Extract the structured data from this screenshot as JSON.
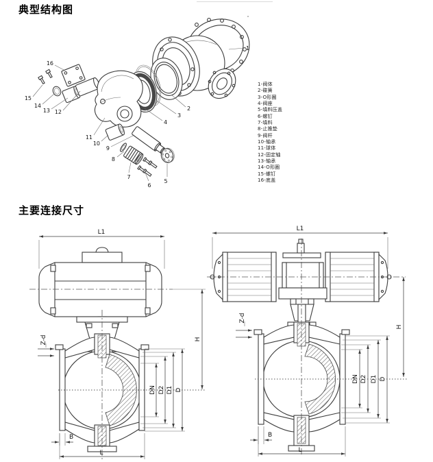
{
  "structure_section": {
    "title": "典型结构图",
    "callout_numbers": [
      "1",
      "2",
      "3",
      "4",
      "5",
      "6",
      "7",
      "8",
      "9",
      "10",
      "11",
      "12",
      "13",
      "14",
      "15",
      "16"
    ],
    "parts_list": [
      "1-阀体",
      "2-碟簧",
      "3-O形圈",
      "4-阀座",
      "5-填料压盖",
      "6-螺钉",
      "7-填料",
      "8-止推垫",
      "9-阀杆",
      "10-轴承",
      "11-球体",
      "12-固定轴",
      "13-轴承",
      "14-O形圈",
      "15-螺钉",
      "16-底盖"
    ]
  },
  "dimensions_section": {
    "title": "主要连接尺寸",
    "labels": {
      "l1": "L1",
      "zd": "Z-d",
      "h": "H",
      "dn": "DN",
      "d2": "D2",
      "d1": "D1",
      "d": "D",
      "b": "B",
      "l": "L"
    }
  },
  "colors": {
    "line": "#3b3b3b",
    "background": "#ffffff"
  }
}
